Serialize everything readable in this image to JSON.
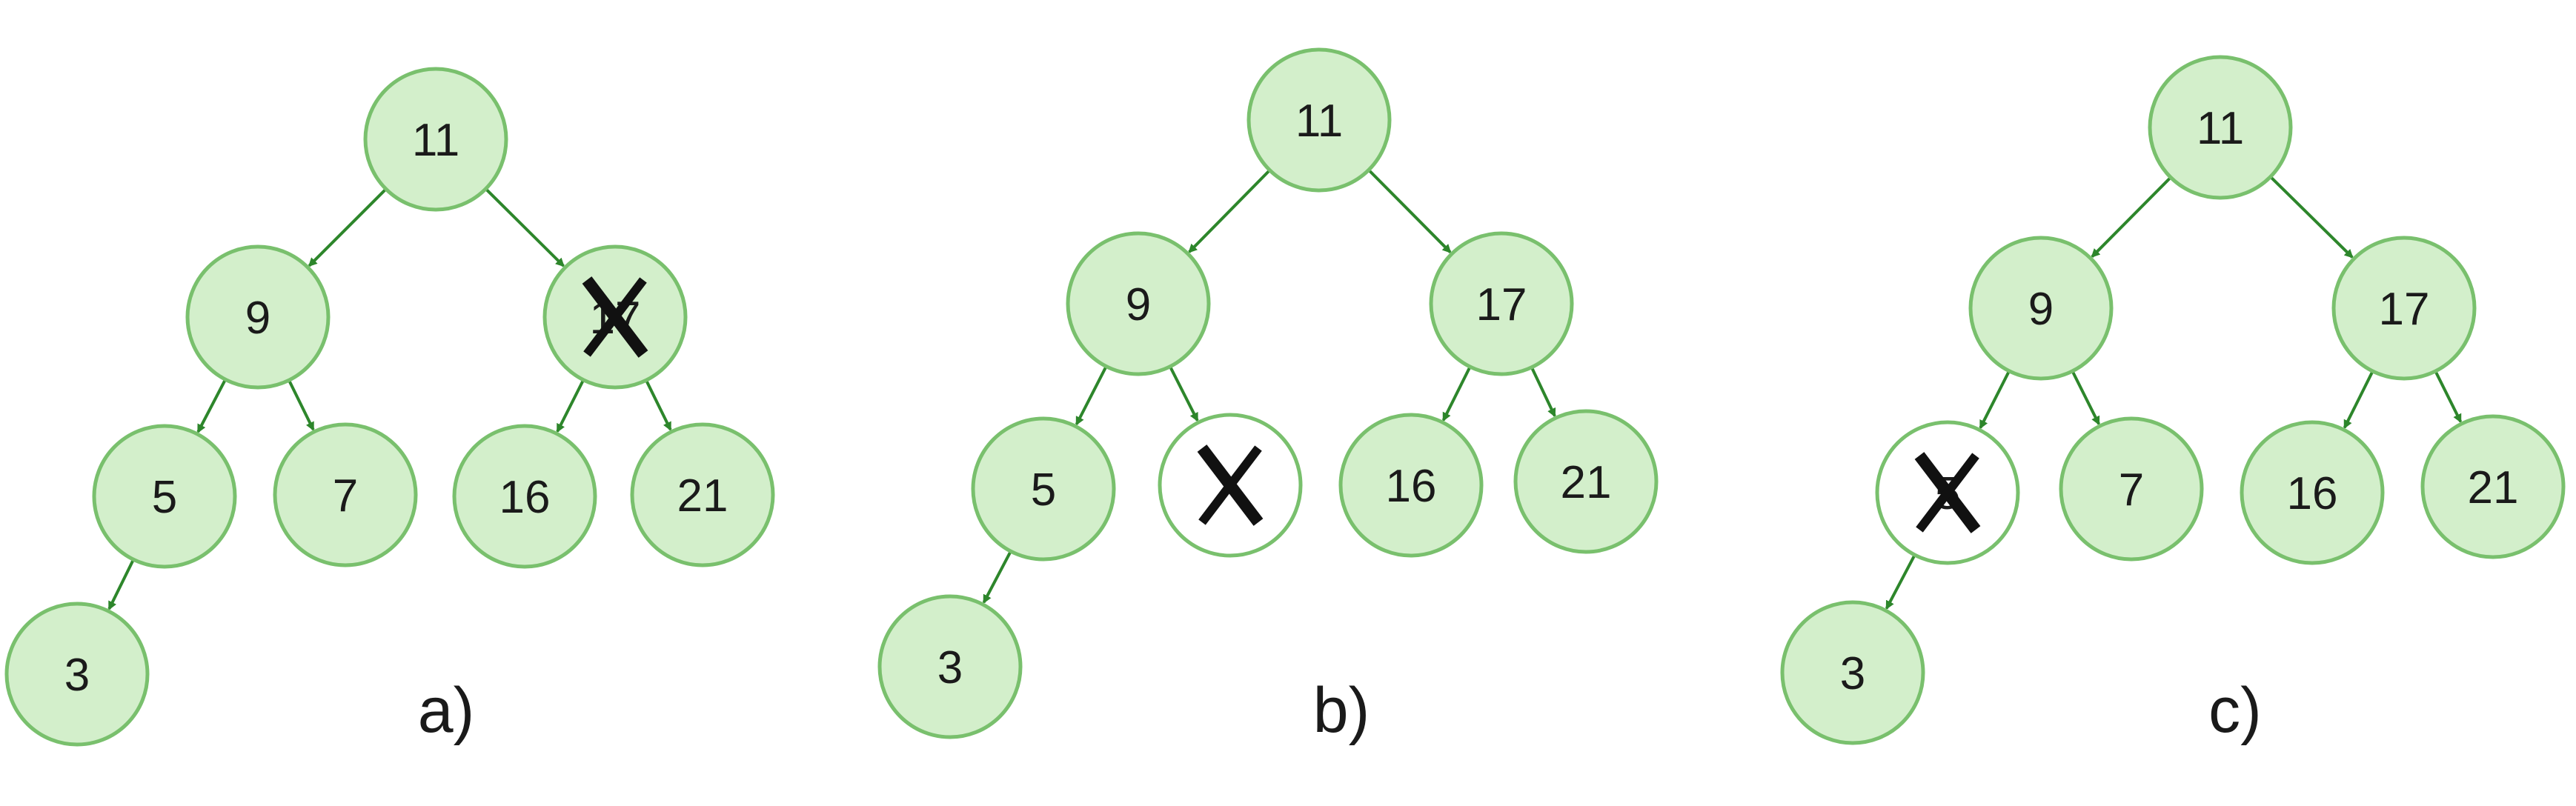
{
  "colors": {
    "node_fill": "#d3efcb",
    "node_stroke": "#79c06d",
    "deleted_fill": "#ffffff",
    "edge": "#2d862b",
    "cross": "#111111",
    "text": "#1a1a1a"
  },
  "panels": [
    {
      "id": "a",
      "caption": "a)",
      "nodes": [
        {
          "id": "n11",
          "label": "11",
          "deleted": false
        },
        {
          "id": "n9",
          "label": "9",
          "deleted": false
        },
        {
          "id": "n17",
          "label": "17",
          "deleted": true,
          "fill": "green"
        },
        {
          "id": "n5",
          "label": "5",
          "deleted": false
        },
        {
          "id": "n7",
          "label": "7",
          "deleted": false
        },
        {
          "id": "n16",
          "label": "16",
          "deleted": false
        },
        {
          "id": "n21",
          "label": "21",
          "deleted": false
        },
        {
          "id": "n3",
          "label": "3",
          "deleted": false
        }
      ],
      "edges": [
        [
          "n11",
          "n9"
        ],
        [
          "n11",
          "n17"
        ],
        [
          "n9",
          "n5"
        ],
        [
          "n9",
          "n7"
        ],
        [
          "n17",
          "n16"
        ],
        [
          "n17",
          "n21"
        ],
        [
          "n5",
          "n3"
        ]
      ]
    },
    {
      "id": "b",
      "caption": "b)",
      "nodes": [
        {
          "id": "n11",
          "label": "11",
          "deleted": false
        },
        {
          "id": "n9",
          "label": "9",
          "deleted": false
        },
        {
          "id": "n17",
          "label": "17",
          "deleted": false
        },
        {
          "id": "n5",
          "label": "5",
          "deleted": false
        },
        {
          "id": "n7",
          "label": "",
          "deleted": true,
          "fill": "white"
        },
        {
          "id": "n16",
          "label": "16",
          "deleted": false
        },
        {
          "id": "n21",
          "label": "21",
          "deleted": false
        },
        {
          "id": "n3",
          "label": "3",
          "deleted": false
        }
      ],
      "edges": [
        [
          "n11",
          "n9"
        ],
        [
          "n11",
          "n17"
        ],
        [
          "n9",
          "n5"
        ],
        [
          "n9",
          "n7"
        ],
        [
          "n17",
          "n16"
        ],
        [
          "n17",
          "n21"
        ],
        [
          "n5",
          "n3"
        ]
      ]
    },
    {
      "id": "c",
      "caption": "c)",
      "nodes": [
        {
          "id": "n11",
          "label": "11",
          "deleted": false
        },
        {
          "id": "n9",
          "label": "9",
          "deleted": false
        },
        {
          "id": "n17",
          "label": "17",
          "deleted": false
        },
        {
          "id": "n5",
          "label": "5",
          "deleted": true,
          "fill": "white"
        },
        {
          "id": "n7",
          "label": "7",
          "deleted": false
        },
        {
          "id": "n16",
          "label": "16",
          "deleted": false
        },
        {
          "id": "n21",
          "label": "21",
          "deleted": false
        },
        {
          "id": "n3",
          "label": "3",
          "deleted": false
        }
      ],
      "edges": [
        [
          "n11",
          "n9"
        ],
        [
          "n11",
          "n17"
        ],
        [
          "n9",
          "n5"
        ],
        [
          "n9",
          "n7"
        ],
        [
          "n17",
          "n16"
        ],
        [
          "n17",
          "n21"
        ],
        [
          "n5",
          "n3"
        ]
      ]
    }
  ]
}
